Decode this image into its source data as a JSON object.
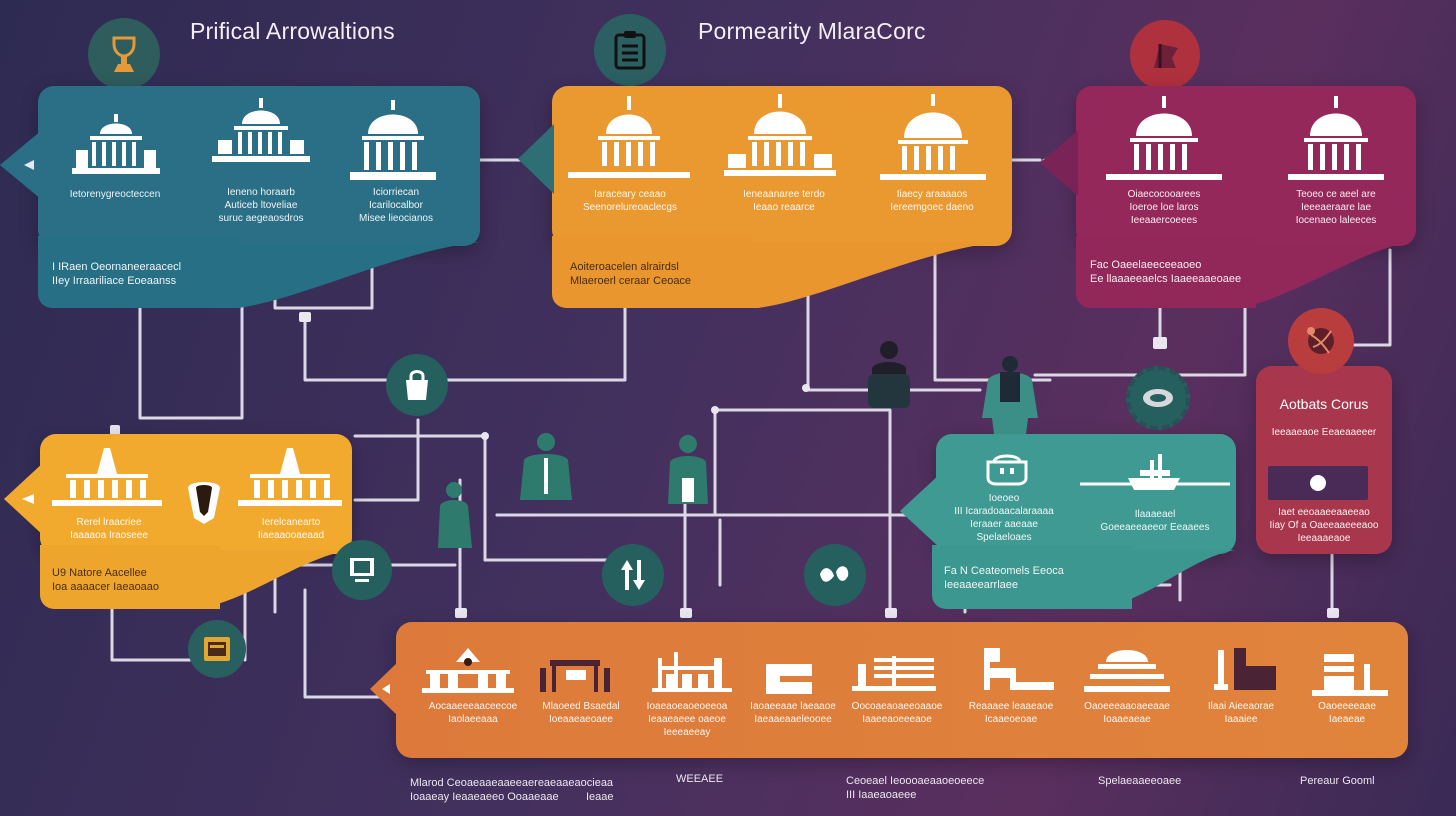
{
  "header": {
    "title_left": "Prifical Arrowaltions",
    "title_center": "Pormearity MlaraCorc"
  },
  "colors": {
    "teal": "#2a6f86",
    "orange": "#e9992f",
    "magenta": "#95285a",
    "yellow": "#f1a92e",
    "green_teal": "#3f9a93",
    "red": "#a8374d",
    "bottom_orange": "#df7f3b",
    "wire": "#e9e6f0",
    "node": "#25605f"
  },
  "icons": {
    "header_left": "trophy-icon",
    "header_center": "clipboard-icon",
    "header_right": "flag-icon",
    "node_bag": "bag-icon",
    "node_up_down": "up-down-arrows-icon",
    "node_monitor": "monitor-icon",
    "node_box": "box-icon",
    "node_butterfly": "butterfly-icon",
    "node_gear": "gear-icon",
    "node_ball": "yarn-ball-icon"
  },
  "panels": {
    "teal_top": {
      "items": [
        {
          "label": "Ietorenygreocteccen"
        },
        {
          "label": "Ieneno horaarb\nAuticeb ltoveliae\nsuruc aegeaosdros"
        },
        {
          "label": "Iciorriecan\nIcarilocalbor\nMisee lieocianos"
        }
      ],
      "footer": "I IRaen Oeornaneeraacecl\nIIey Irraariliace Eoeaanss"
    },
    "orange_top": {
      "items": [
        {
          "label": "Iaraceary ceaao\nSeenorelureoaclecgs"
        },
        {
          "label": "Ieneaanaree terdo\nIeaao reaarce"
        },
        {
          "label": "Iiaecy araaaaos\nIereemgoec daeno"
        }
      ],
      "footer": "Aoiteroacelen alrairdsl\nMlaeroerl ceraar Ceoace"
    },
    "magenta_top": {
      "items": [
        {
          "label": "Oiaecocooarees\nIoeroe loe laros\nIeeaaercoeees"
        },
        {
          "label": "Teoeo ce aeel are\nIeeeaeraare lae\nIocenaeo laleeces"
        }
      ],
      "footer": "Fac Oaeelaeeceeaoeo\nEe llaaaeeaelcs Iaaeeaaeoaee"
    },
    "yellow_mid": {
      "items": [
        {
          "label": "Rerel lraacriee\nIaaaaoa Iraoseee"
        },
        {
          "label": "Ierelcanearto\nIiaeaaooaeaad"
        }
      ],
      "footer": "U9 Natore Aacellee\nIoa aaaacer Iaeaoaao"
    },
    "teal_mid": {
      "items": [
        {
          "label": "Ioeoeo\nIII Icaradoaacalaraaaa\nIeraaer aaeaae\nSpelaeloaes"
        },
        {
          "label": "Ilaaaeael\nGoeeaeeaeeor Eeaaees"
        }
      ],
      "footer": "Fa N Ceateomels Eeoca\nIeeaaeearrlaee"
    },
    "red_side": {
      "title": "Aotbats Corus",
      "sub": "Ieeaaeaoe Eeaeaaeeer",
      "footer": "Iaet eeoaaeeaaeeao\nIiay Of a Oaeeaaeeeaoo\nIeeaaaeaoe"
    },
    "bottom": {
      "items": [
        {
          "label": "Aocaaeeeaaceecoe\nIaolaeeaaa"
        },
        {
          "label": "Mlaoeed Bsaedal\nIoeaaeaeoaee"
        },
        {
          "label": "Ioaeaoeaoeoeeoa\nIeaaeaeee oaeoe\nIeeeaeeay"
        },
        {
          "label": "Iaoaeeaae laeaaoe\nIaeaaeaaeleooee"
        },
        {
          "label": "Oocoaeaoaeeoaaoe\nIaaeeaoeeeaoe"
        },
        {
          "label": "Reaaaee leaaeaoe\nIcaaeoeoae"
        },
        {
          "label": "Oaoeeeaaoaeeaae\nIoaaeaeae"
        },
        {
          "label": "Ilaai Aieeaorae\nIaaaiee"
        },
        {
          "label": "Oaoeeeeaae\nIaeaeae"
        }
      ]
    }
  },
  "bottom_texts": [
    {
      "text": "Mlarod Ceoaeaaeaaeeaereaeaaeaocieaa\nIoaaeay Ieaaeaeeo Ooaaeaae"
    },
    {
      "text": "Ieaae"
    },
    {
      "text": "WEEAEE"
    },
    {
      "text": "Ceoeael Ieoooaeaaoeoeece\nIII Iaaeaoaeee"
    },
    {
      "text": "Spelaeaaeeoaee"
    },
    {
      "text": "Pereaur Gooml"
    }
  ]
}
